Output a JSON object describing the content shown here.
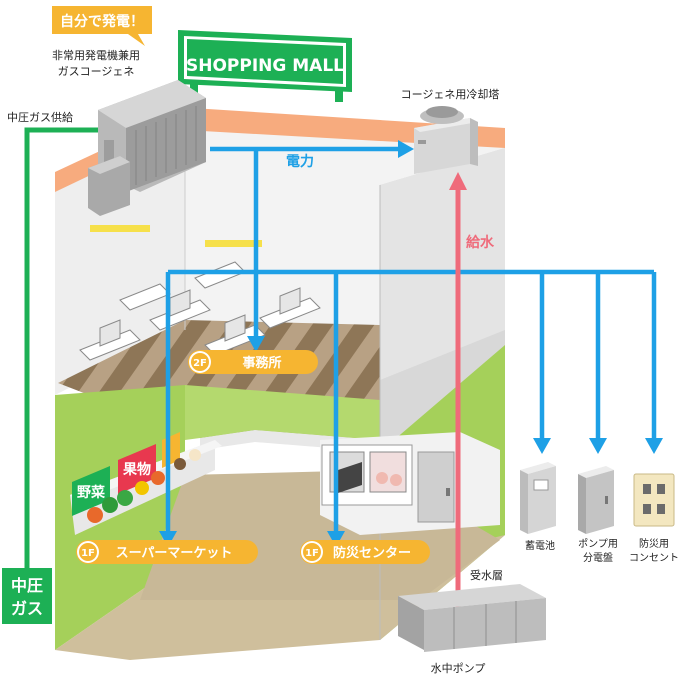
{
  "callout": "自分で発電！",
  "generator_label_1": "非常用発電機兼用",
  "generator_label_2": "ガスコージェネ",
  "mall_sign": "SHOPPING MALL",
  "cooling_tower_label": "コージェネ用冷却塔",
  "gas_supply_label": "中圧ガス供給",
  "power_label": "電力",
  "water_supply_label": "給水",
  "gas_box": {
    "line1": "中圧",
    "line2": "ガス"
  },
  "office": {
    "floor": "2F",
    "name": "事務所"
  },
  "supermarket": {
    "floor": "1F",
    "name": "スーパーマーケット"
  },
  "disaster_center": {
    "floor": "1F",
    "name": "防災センター"
  },
  "produce": {
    "sign1": "野菜",
    "sign2": "果物"
  },
  "battery_label": "蓄電池",
  "pump_panel_label_1": "ポンプ用",
  "pump_panel_label_2": "分電盤",
  "outlet_label_1": "防災用",
  "outlet_label_2": "コンセント",
  "tank_label": "受水層",
  "pump_label": "水中ポンプ",
  "colors": {
    "power_blue": "#1ea0e6",
    "water_red": "#ef6b7b",
    "gas_green": "#1db055",
    "badge_orange": "#f6b531",
    "roof_band": "#f7ab7e",
    "floor_green": "#a5d05a"
  },
  "icons": [
    "generator-icon",
    "cooling-tower-icon",
    "battery-icon",
    "switchboard-icon",
    "outlet-icon",
    "water-tank-icon",
    "computer-desk-icon",
    "produce-shelf-icon"
  ]
}
